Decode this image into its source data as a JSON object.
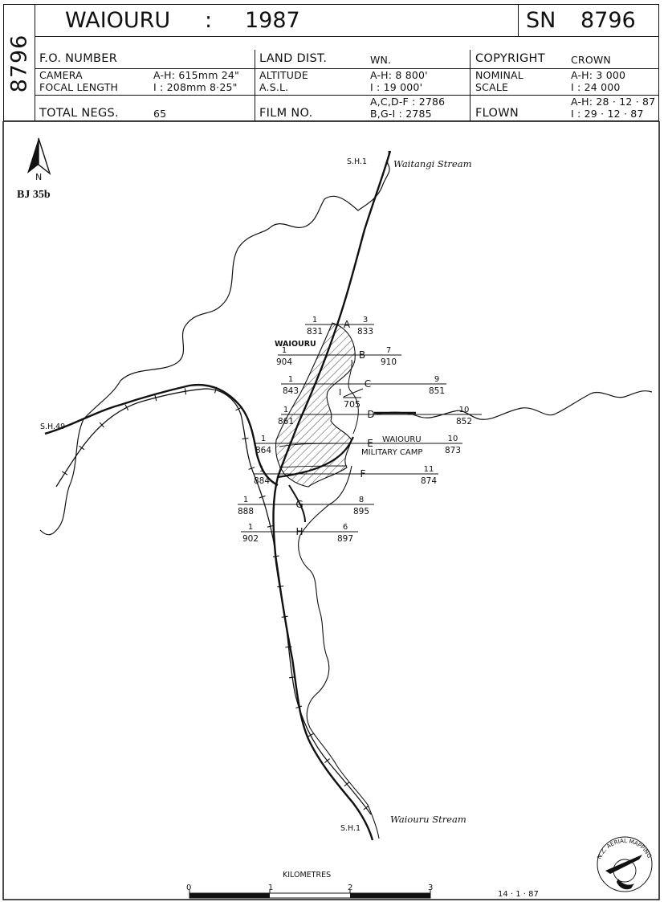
{
  "header": {
    "side_code": "8796",
    "place": "WAIOURU",
    "separator": ":",
    "year": "1987",
    "sn_label": "SN",
    "sn_number": "8796",
    "fo_number_label": "F.O. NUMBER",
    "land_dist_label": "LAND DIST.",
    "land_dist_value": "WN.",
    "copyright_label": "COPYRIGHT",
    "copyright_value": "CROWN",
    "camera_label": "CAMERA",
    "camera_value1": "A-H: 615mm  24\"",
    "focal_label": "FOCAL LENGTH",
    "camera_value2": "I    : 208mm  8·25\"",
    "altitude_label": "ALTITUDE",
    "asl_label": "A.S.L.",
    "altitude_value1": "A-H: 8 800'",
    "altitude_value2": "I    : 19 000'",
    "nominal_label": "NOMINAL",
    "scale_label": "SCALE",
    "nominal_value1": "A-H: 3 000",
    "nominal_value2": "I    : 24 000",
    "total_negs_label": "TOTAL NEGS.",
    "total_negs_value": "65",
    "film_no_label": "FILM NO.",
    "film_no_value1": "A,C,D-F : 2786",
    "film_no_value2": "B,G-I : 2785",
    "flown_label": "FLOWN",
    "flown_value1": "A-H: 28 · 12 · 87",
    "flown_value2": "I    : 29 · 12 · 87"
  },
  "map": {
    "north_letter": "N",
    "index_code": "BJ 35b",
    "sh1_top": "S.H.1",
    "waitangi_stream": "Waitangi Stream",
    "sh49": "S.H.49",
    "waiouru_label": "WAIOURU",
    "sh1_bottom": "S.H.1",
    "waiouru_stream": "Waiouru Stream",
    "military_line1": "WAIOURU",
    "military_line2": "MILITARY CAMP",
    "centre_run": "I",
    "centre_frame": "705",
    "runs": [
      {
        "letter": "A",
        "left_top": "1",
        "left_bottom": "831",
        "right_top": "3",
        "right_bottom": "833"
      },
      {
        "letter": "B",
        "left_top": "1",
        "left_bottom": "904",
        "right_top": "7",
        "right_bottom": "910"
      },
      {
        "letter": "C",
        "left_top": "1",
        "left_bottom": "843",
        "right_top": "9",
        "right_bottom": "851"
      },
      {
        "letter": "D",
        "left_top": "1",
        "left_bottom": "861",
        "right_top": "10",
        "right_bottom": "852"
      },
      {
        "letter": "E",
        "left_top": "1",
        "left_bottom": "864",
        "right_top": "10",
        "right_bottom": "873"
      },
      {
        "letter": "F",
        "left_top": "1",
        "left_bottom": "884",
        "right_top": "11",
        "right_bottom": "874"
      },
      {
        "letter": "G",
        "left_top": "1",
        "left_bottom": "888",
        "right_top": "8",
        "right_bottom": "895"
      },
      {
        "letter": "H",
        "left_top": "1",
        "left_bottom": "902",
        "right_top": "6",
        "right_bottom": "897"
      }
    ],
    "scale_title": "KILOMETRES",
    "scale_ticks": [
      "0",
      "1",
      "2",
      "3"
    ],
    "date": "14 · 1 · 87",
    "logo_text": "N.Z. AERIAL MAPPING LTD."
  }
}
